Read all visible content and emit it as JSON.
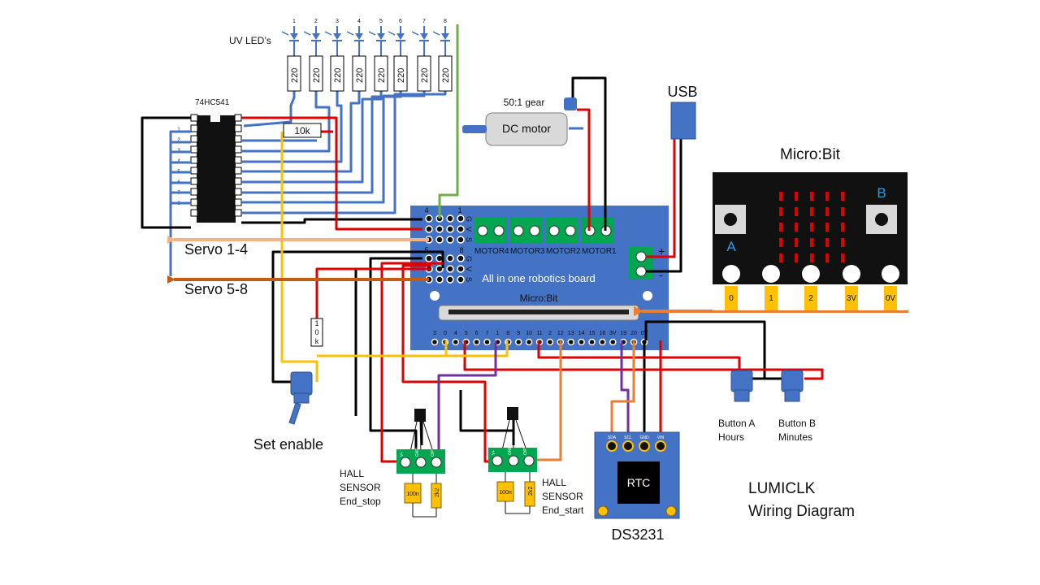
{
  "diagram": {
    "title_line1": "LUMICLK",
    "title_line2": "Wiring Diagram"
  },
  "leds": {
    "label": "UV LED’s",
    "numbers": [
      "1",
      "2",
      "3",
      "4",
      "5",
      "6",
      "7",
      "8"
    ],
    "resistor_value": "220"
  },
  "ic": {
    "label": "74HC541",
    "pin_numbers": [
      "1",
      "2",
      "3",
      "4",
      "5",
      "6",
      "7",
      "8"
    ]
  },
  "pullup_resistor": "10k",
  "pot_resistor": [
    "1",
    "0",
    "k"
  ],
  "motor": {
    "label": "DC motor",
    "gear": "50:1 gear"
  },
  "usb": "USB",
  "board": {
    "label": "All in one robotics board",
    "slot_label": "Micro:Bit",
    "motor_labels": [
      "MOTOR4",
      "MOTOR3",
      "MOTOR2",
      "MOTOR1"
    ],
    "header_numbers_top": {
      "left": "4",
      "right": "1"
    },
    "header_numbers_mid": {
      "left": "5",
      "right": "8"
    },
    "header_letters": [
      "G",
      "V",
      "S"
    ],
    "power_plus": "+",
    "power_minus": "-",
    "edge_pins": [
      "3",
      "0",
      "4",
      "5",
      "6",
      "7",
      "1",
      "8",
      "9",
      "10",
      "11",
      "2",
      "12",
      "13",
      "14",
      "15",
      "16",
      "3V",
      "19",
      "20",
      "0V"
    ]
  },
  "servos": {
    "group1": "Servo 1-4",
    "group2": "Servo 5-8"
  },
  "microbit": {
    "label": "Micro:Bit",
    "button_a": "A",
    "button_b": "B",
    "pads": [
      "0",
      "1",
      "2",
      "3V",
      "0V"
    ]
  },
  "switch_label": "Set enable",
  "buttons": {
    "a_line1": "Button A",
    "a_line2": "Hours",
    "b_line1": "Button B",
    "b_line2": "Minutes"
  },
  "hall_stop": {
    "line1": "HALL",
    "line2": "SENSOR",
    "line3": "End_stop",
    "pins": [
      "V+",
      "GND",
      "O/P"
    ],
    "cap": "100n",
    "res": "2k2"
  },
  "hall_start": {
    "line1": "HALL",
    "line2": "SENSOR",
    "line3": "End_start",
    "pins": [
      "V+",
      "GND",
      "O/P"
    ],
    "cap": "100n",
    "res": "2k2"
  },
  "rtc": {
    "chip": "RTC",
    "name": "DS3231",
    "pins": [
      "SDA",
      "SCL",
      "GND",
      "VIN"
    ]
  },
  "colors": {
    "board_blue": "#4472c4",
    "wire_red": "#e00000",
    "wire_black": "#000000",
    "wire_blue": "#4472c4",
    "wire_yellow": "#ffc000",
    "wire_orange": "#ed7d31",
    "wire_purple": "#7030a0",
    "wire_green": "#70ad47",
    "wire_peach": "#f4b183",
    "wire_brown": "#c55a11",
    "terminal_green": "#00a650",
    "component_yellow": "#ffc000"
  }
}
